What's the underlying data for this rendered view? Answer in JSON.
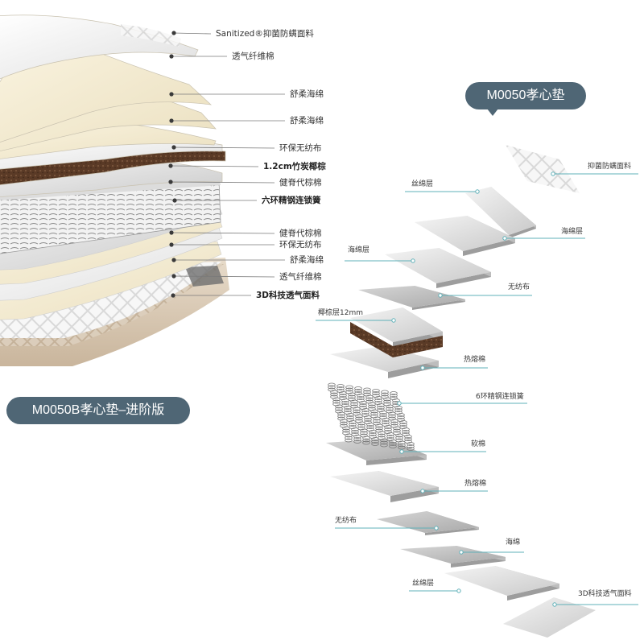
{
  "colors": {
    "badge": "#4f6675",
    "leader_left": "#7a7a7a",
    "leader_right": "#5fb0b8",
    "coir": "#5a3a26",
    "cream": "#f3ead2",
    "fabric_base": "#d9c9b4"
  },
  "product_left": {
    "badge": "M0050B孝心垫–进阶版",
    "layers": [
      {
        "label": "Sanitized®抑菌防螨面料",
        "bold": false
      },
      {
        "label": "透气纤维棉",
        "bold": false
      },
      {
        "label": "舒柔海绵",
        "bold": false
      },
      {
        "label": "舒柔海绵",
        "bold": false
      },
      {
        "label": "环保无纺布",
        "bold": false
      },
      {
        "label": "1.2cm竹炭椰棕",
        "bold": true
      },
      {
        "label": "健脊代棕棉",
        "bold": false
      },
      {
        "label": "六环精钢连锁簧",
        "bold": true
      },
      {
        "label": "健脊代棕棉",
        "bold": false
      },
      {
        "label": "环保无纺布",
        "bold": false
      },
      {
        "label": "舒柔海绵",
        "bold": false
      },
      {
        "label": "透气纤维棉",
        "bold": false
      },
      {
        "label": "3D科技透气面料",
        "bold": true
      }
    ]
  },
  "product_right": {
    "badge": "M0050孝心垫",
    "layers": [
      {
        "label": "抑菌防螨面料",
        "icon": "quilted-fabric-icon"
      },
      {
        "label": "丝绵层",
        "icon": "silk-layer-icon"
      },
      {
        "label": "海绵层",
        "icon": "foam-layer-icon"
      },
      {
        "label": "海绵层",
        "icon": "foam-layer-icon"
      },
      {
        "label": "无纺布",
        "icon": "nonwoven-layer-icon"
      },
      {
        "label": "椰棕层12mm",
        "icon": "coir-layer-icon"
      },
      {
        "label": "热熔棉",
        "icon": "hotmelt-layer-icon"
      },
      {
        "label": "6环精钢连锁簧",
        "icon": "spring-unit-icon"
      },
      {
        "label": "软棉",
        "icon": "soft-cotton-layer-icon"
      },
      {
        "label": "热熔棉",
        "icon": "hotmelt-layer-icon"
      },
      {
        "label": "无纺布",
        "icon": "nonwoven-layer-icon"
      },
      {
        "label": "海绵",
        "icon": "foam-layer-icon"
      },
      {
        "label": "丝绵层",
        "icon": "silk-layer-icon"
      },
      {
        "label": "3D科技透气面料",
        "icon": "3d-mesh-fabric-icon"
      }
    ]
  }
}
